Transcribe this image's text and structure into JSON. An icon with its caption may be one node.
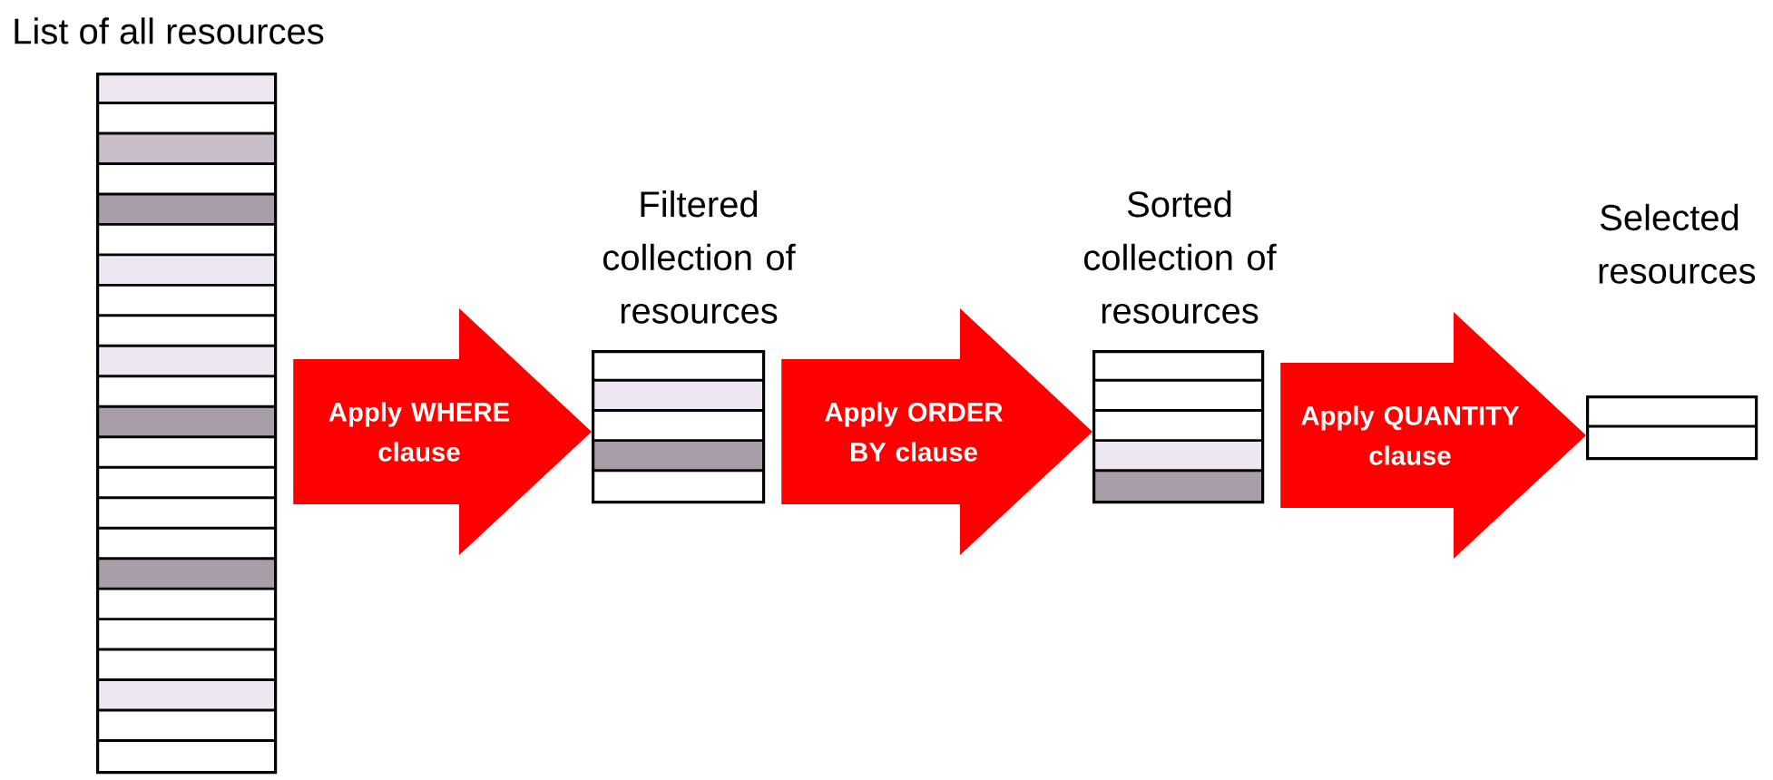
{
  "diagram": {
    "nodes": [
      {
        "text": [
          "List of all resources"
        ]
      },
      {
        "text": [
          "Filtered collection of resources"
        ]
      },
      {
        "text": [
          "Sorted collection of resources"
        ]
      },
      {
        "text": [
          "Selected resources"
        ]
      }
    ],
    "edges": [
      {
        "from": 0,
        "to": 1,
        "arrow": "to",
        "label": "Apply WHERE clause"
      },
      {
        "from": 1,
        "to": 2,
        "arrow": "to",
        "label": "Apply ORDER BY clause"
      },
      {
        "from": 2,
        "to": 3,
        "arrow": "to",
        "label": "Apply QUANTITY clause"
      }
    ]
  }
}
